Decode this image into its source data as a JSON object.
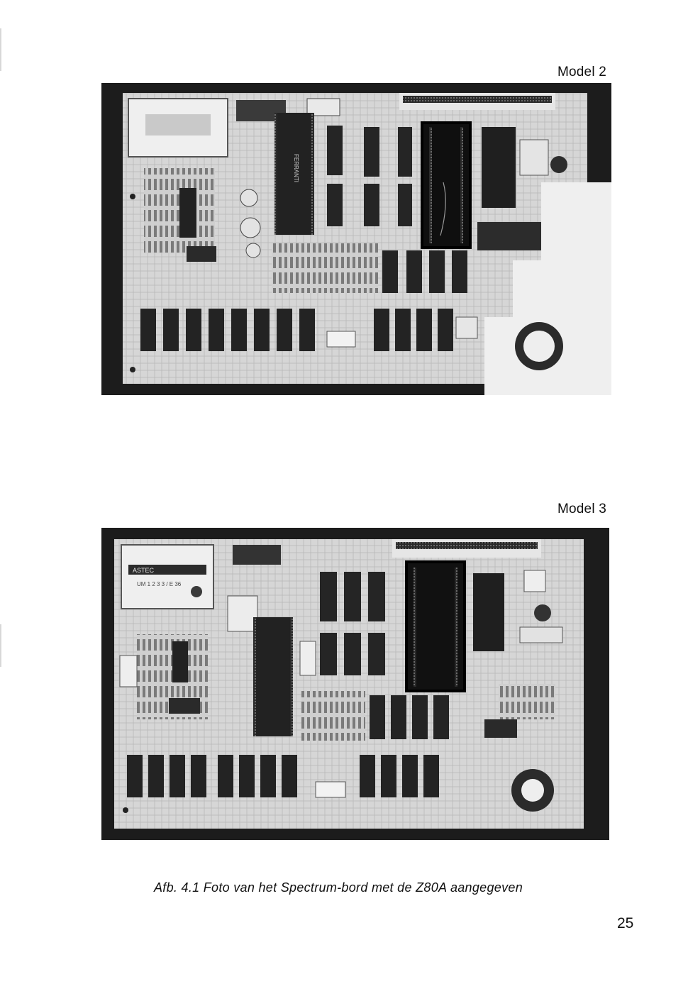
{
  "figures": [
    {
      "label": "Model 2"
    },
    {
      "label": "Model 3"
    }
  ],
  "caption": "Afb. 4.1 Foto van het Spectrum-bord met de Z80A aangegeven",
  "page_number": "25",
  "chip_markings": {
    "model2_ula": "FERRANTI",
    "model3_modulator": "ASTEC",
    "model3_modulator_code": "UM 1 2 3 3 / E 36"
  },
  "colors": {
    "page": "#ffffff",
    "board_frame": "#1c1c1c",
    "board_pcb": "#d9d9d9",
    "chip": "#262626",
    "highlight": "#000000"
  }
}
